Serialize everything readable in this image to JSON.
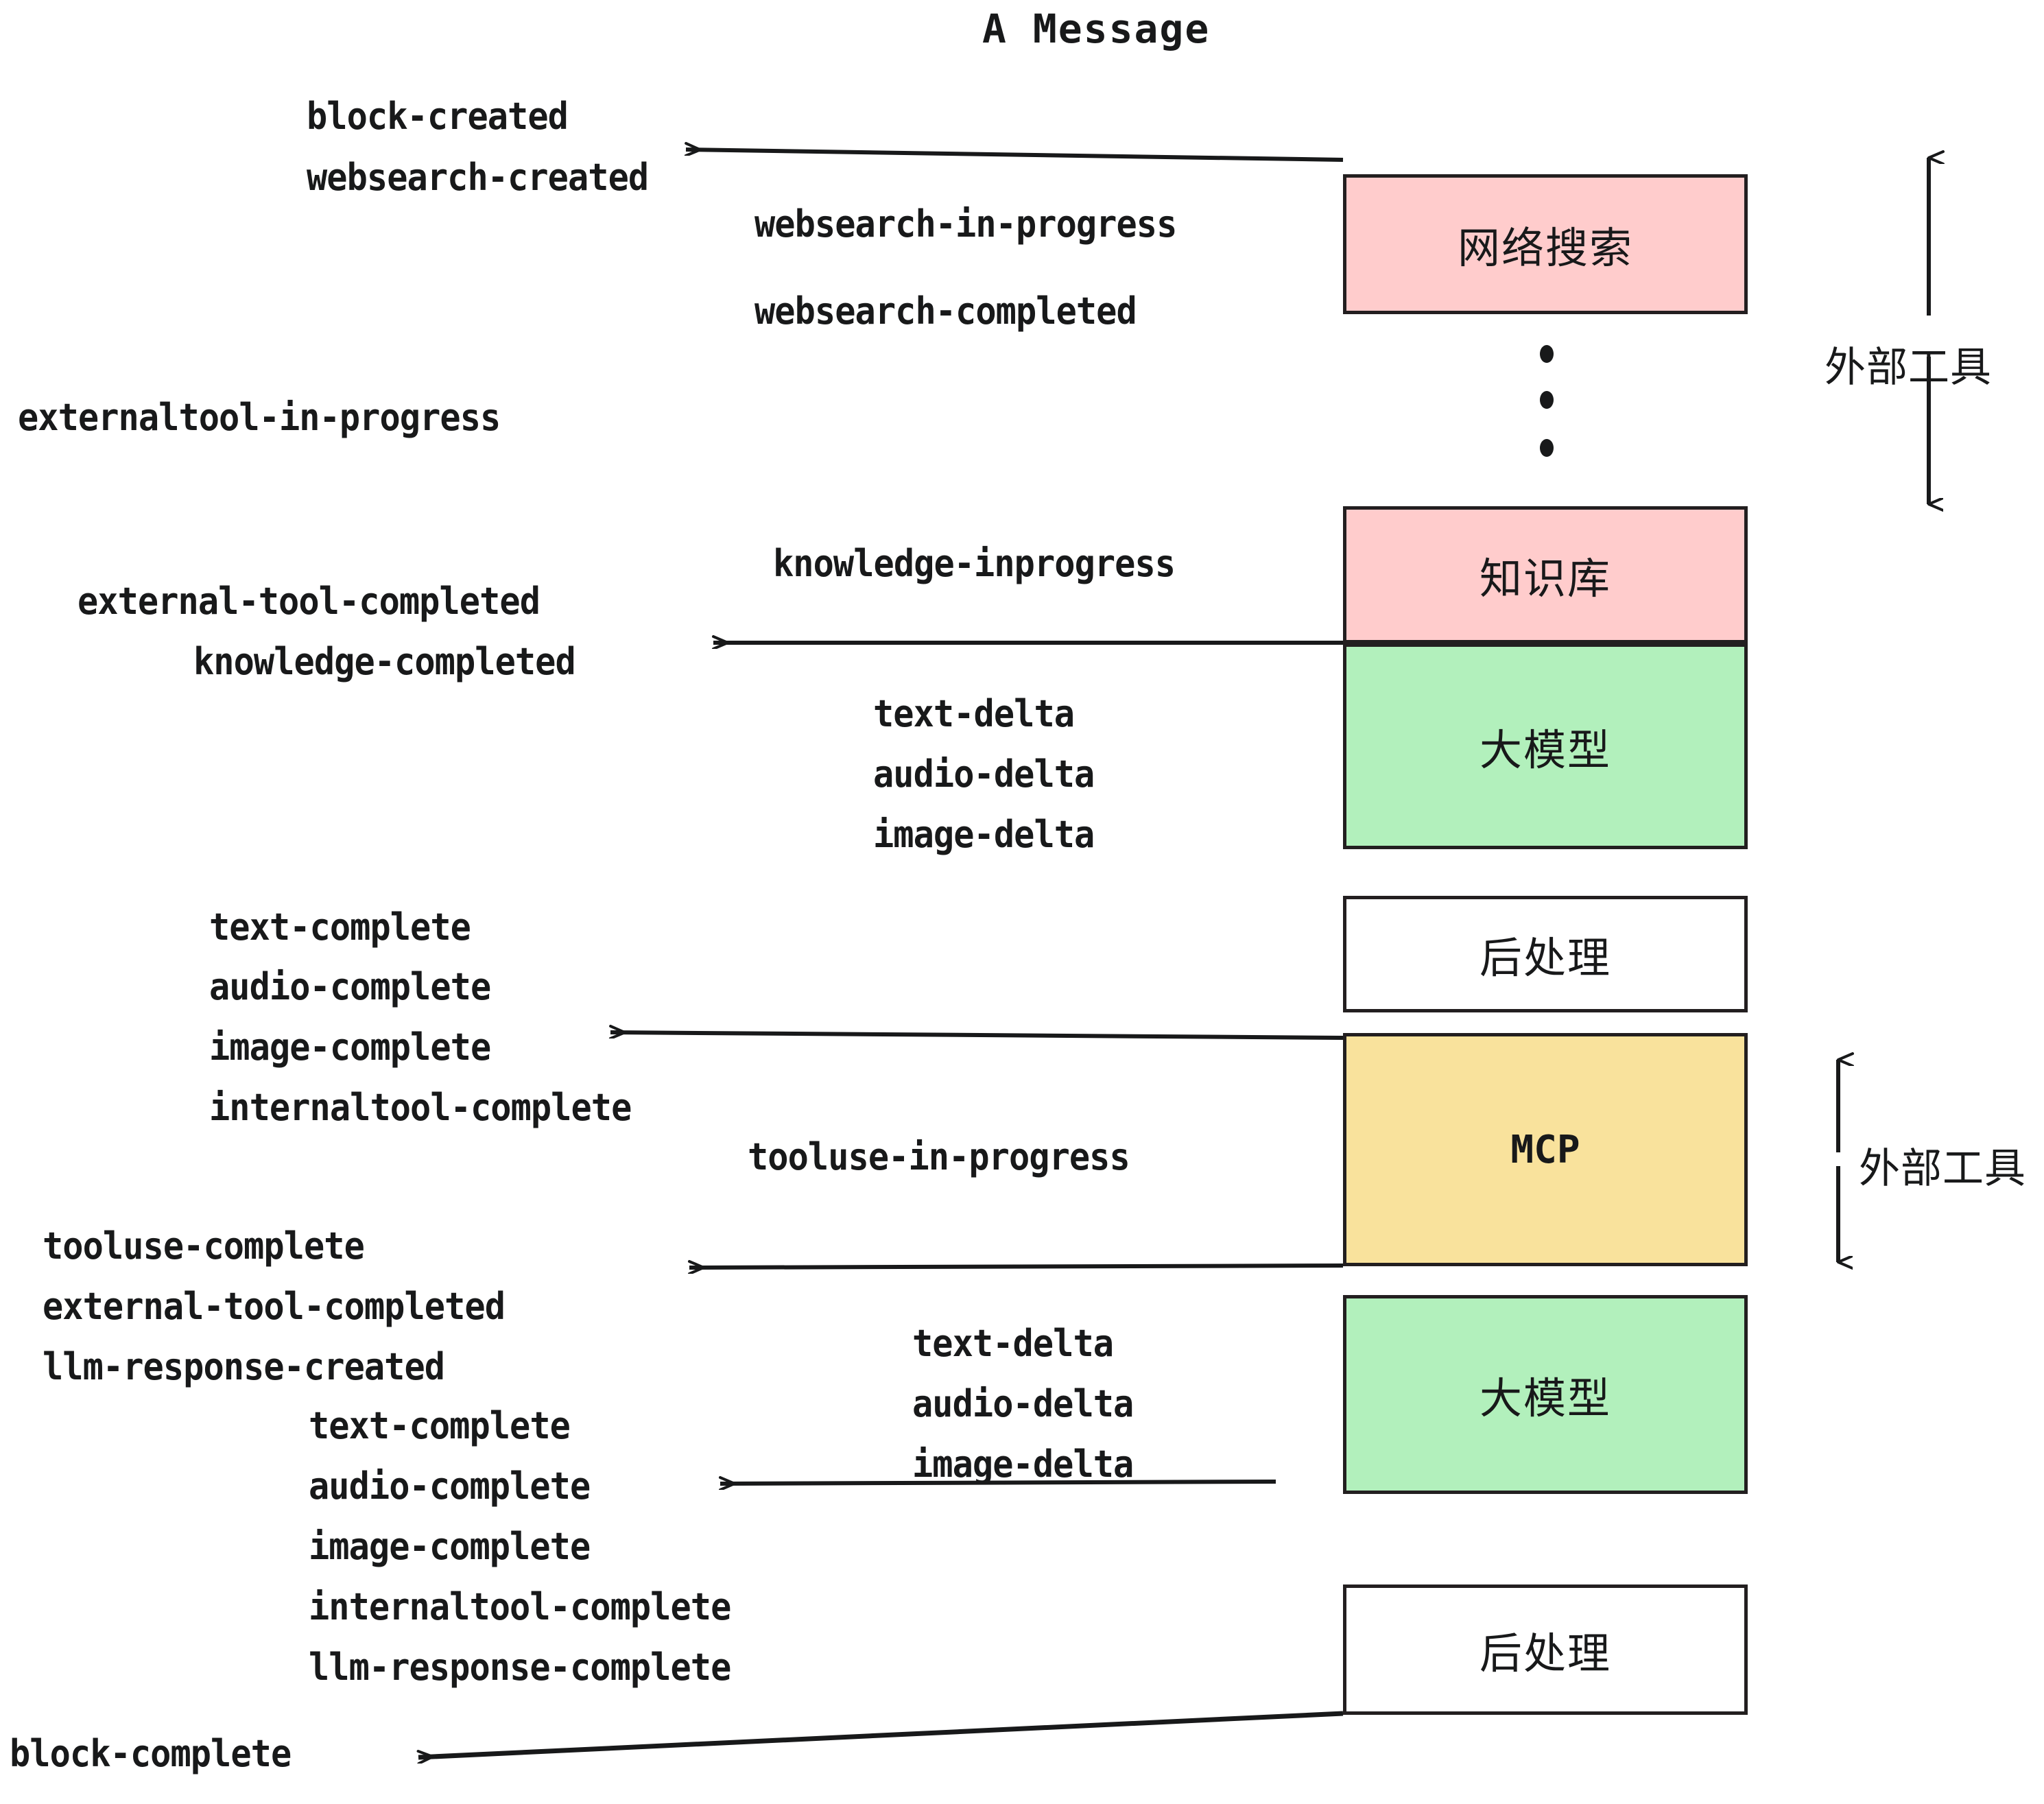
{
  "diagram": {
    "title": "A Message",
    "colors": {
      "pink": "#FFCCCC",
      "green": "#B2F0BC",
      "yellow": "#F9E29C",
      "white": "#FFFFFF",
      "stroke": "#231f20",
      "text": "#18191a"
    },
    "nodes": [
      {
        "id": "websearch",
        "label": "网络搜索",
        "fill": "#FFCCCC"
      },
      {
        "id": "knowledgebase",
        "label": "知识库",
        "fill": "#FFCCCC"
      },
      {
        "id": "llm-1",
        "label": "大模型",
        "fill": "#B2F0BC"
      },
      {
        "id": "postprocess-1",
        "label": "后处理",
        "fill": "#FFFFFF"
      },
      {
        "id": "mcp",
        "label": "MCP",
        "fill": "#F9E29C"
      },
      {
        "id": "llm-2",
        "label": "大模型",
        "fill": "#B2F0BC"
      },
      {
        "id": "postprocess-2",
        "label": "后处理",
        "fill": "#FFFFFF"
      }
    ],
    "side_labels": [
      {
        "id": "external-tools-top",
        "label": "外部工具"
      },
      {
        "id": "external-tools-bottom",
        "label": "外部工具"
      }
    ],
    "events": [
      {
        "id": "block-created",
        "text": "block-created"
      },
      {
        "id": "websearch-created",
        "text": "websearch-created"
      },
      {
        "id": "websearch-in-progress",
        "text": "websearch-in-progress"
      },
      {
        "id": "websearch-completed",
        "text": "websearch-completed"
      },
      {
        "id": "externaltool-in-progress",
        "text": "externaltool-in-progress"
      },
      {
        "id": "knowledge-inprogress",
        "text": "knowledge-inprogress"
      },
      {
        "id": "external-tool-completed-1",
        "text": "external-tool-completed"
      },
      {
        "id": "knowledge-completed",
        "text": "knowledge-completed"
      },
      {
        "id": "text-delta-1",
        "text": "text-delta"
      },
      {
        "id": "audio-delta-1",
        "text": "audio-delta"
      },
      {
        "id": "image-delta-1",
        "text": "image-delta"
      },
      {
        "id": "text-complete-1",
        "text": "text-complete"
      },
      {
        "id": "audio-complete-1",
        "text": "audio-complete"
      },
      {
        "id": "image-complete-1",
        "text": "image-complete"
      },
      {
        "id": "internaltool-complete-1",
        "text": "internaltool-complete"
      },
      {
        "id": "tooluse-in-progress",
        "text": "tooluse-in-progress"
      },
      {
        "id": "tooluse-complete",
        "text": "tooluse-complete"
      },
      {
        "id": "external-tool-completed-2",
        "text": "external-tool-completed"
      },
      {
        "id": "llm-response-created",
        "text": "llm-response-created"
      },
      {
        "id": "text-delta-2",
        "text": "text-delta"
      },
      {
        "id": "audio-delta-2",
        "text": "audio-delta"
      },
      {
        "id": "image-delta-2",
        "text": "image-delta"
      },
      {
        "id": "text-complete-2",
        "text": "text-complete"
      },
      {
        "id": "audio-complete-2",
        "text": "audio-complete"
      },
      {
        "id": "image-complete-2",
        "text": "image-complete"
      },
      {
        "id": "internaltool-complete-2",
        "text": "internaltool-complete"
      },
      {
        "id": "llm-response-complete",
        "text": "llm-response-complete"
      },
      {
        "id": "block-complete",
        "text": "block-complete"
      }
    ]
  }
}
